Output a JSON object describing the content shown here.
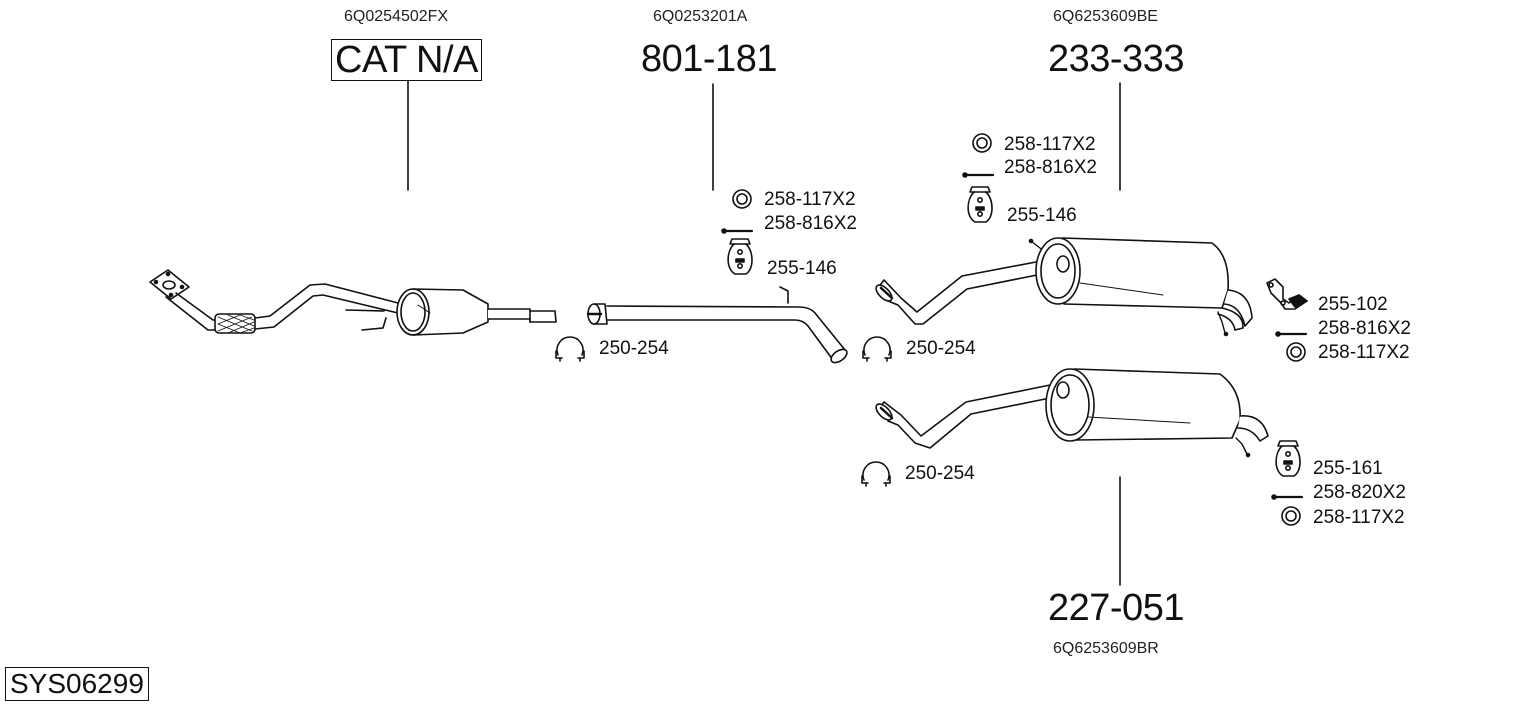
{
  "system": {
    "code": "SYS06299"
  },
  "sections": [
    {
      "id": "catalyst",
      "oe_number": "6Q0254502FX",
      "part_number": "CAT N/A",
      "boxed": true
    },
    {
      "id": "front-pipe",
      "oe_number": "6Q0253201A",
      "part_number": "801-181",
      "accessories": [
        {
          "icon": "washer-icon",
          "label": "258-117X2"
        },
        {
          "icon": "bolt-icon",
          "label": "258-816X2"
        },
        {
          "icon": "rubber-hanger-icon",
          "label": "255-146"
        },
        {
          "icon": "clamp-icon",
          "label": "250-254"
        }
      ]
    },
    {
      "id": "rear-silencer-upper",
      "oe_number": "6Q6253609BE",
      "part_number": "233-333",
      "accessories": [
        {
          "icon": "washer-icon",
          "label": "258-117X2"
        },
        {
          "icon": "bolt-icon",
          "label": "258-816X2"
        },
        {
          "icon": "rubber-hanger-icon",
          "label": "255-146"
        },
        {
          "icon": "clamp-icon",
          "label": "250-254"
        },
        {
          "icon": "bracket-icon",
          "label": "255-102"
        },
        {
          "icon": "bolt-icon",
          "label": "258-816X2"
        },
        {
          "icon": "washer-icon",
          "label": "258-117X2"
        }
      ]
    },
    {
      "id": "rear-silencer-lower",
      "oe_number": "6Q6253609BR",
      "part_number": "227-051",
      "accessories": [
        {
          "icon": "clamp-icon",
          "label": "250-254"
        },
        {
          "icon": "rubber-hanger-icon",
          "label": "255-161"
        },
        {
          "icon": "bolt-icon",
          "label": "258-820X2"
        },
        {
          "icon": "washer-icon",
          "label": "258-117X2"
        }
      ]
    }
  ]
}
